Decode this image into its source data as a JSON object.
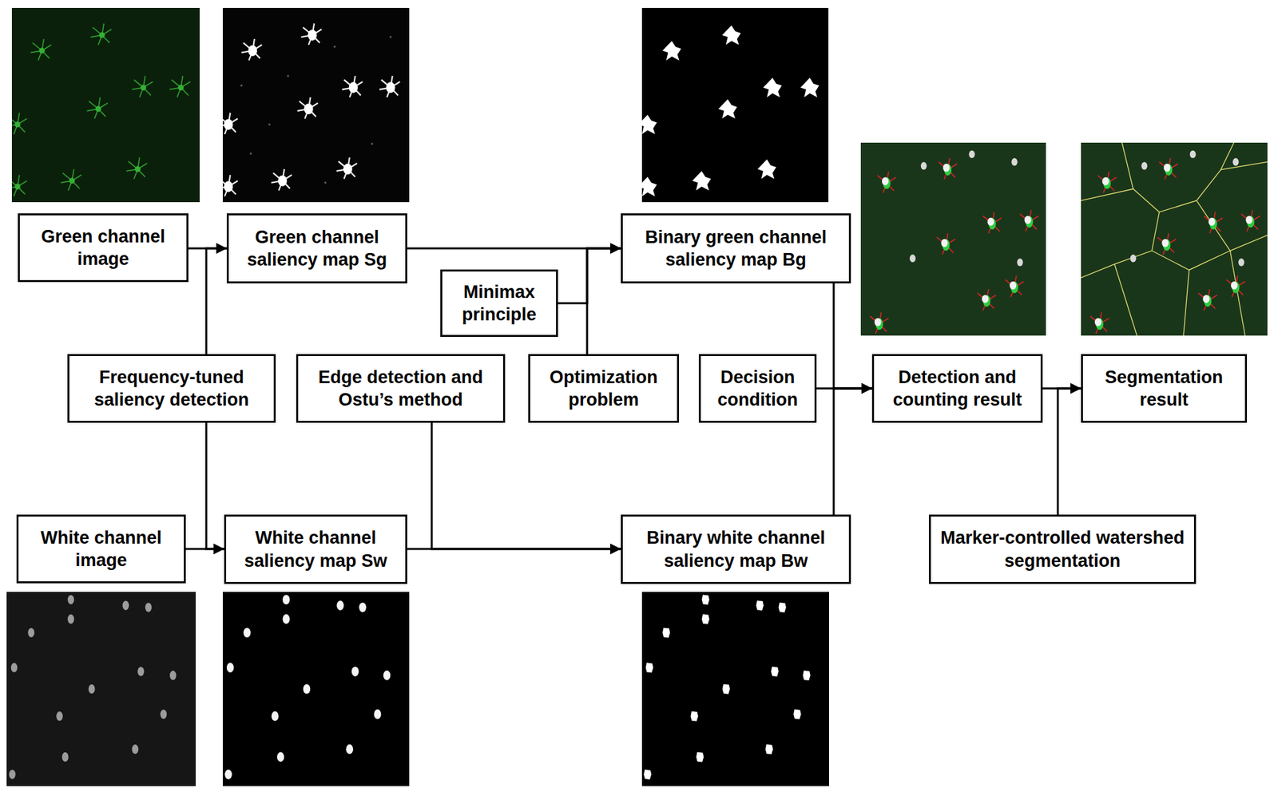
{
  "diagram": {
    "nodes": [
      {
        "text": [
          "Green channel image"
        ]
      },
      {
        "text": [
          "Green channel saliency map Sg"
        ]
      },
      {
        "text": [
          "Binary green channel saliency map Bg"
        ]
      },
      {
        "text": [
          "Minimax principle"
        ]
      },
      {
        "text": [
          "Frequency-tuned saliency detection"
        ]
      },
      {
        "text": [
          "Edge detection and Ostu’s method"
        ]
      },
      {
        "text": [
          "Optimization problem"
        ]
      },
      {
        "text": [
          "Decision condition"
        ]
      },
      {
        "text": [
          "Detection and counting result"
        ]
      },
      {
        "text": [
          "Segmentation result"
        ]
      },
      {
        "text": [
          "White channel image"
        ]
      },
      {
        "text": [
          "White channel saliency map Sw"
        ]
      },
      {
        "text": [
          "Binary white channel saliency map Bw"
        ]
      },
      {
        "text": [
          "Marker-controlled watershed segmentation"
        ]
      }
    ],
    "edges": [
      {
        "from": 0,
        "to": 1,
        "arrow": "to"
      },
      {
        "from": 4,
        "to": 1,
        "arrow": "to"
      },
      {
        "from": 1,
        "to": 2,
        "arrow": "to"
      },
      {
        "from": 6,
        "to": 2,
        "arrow": "to"
      },
      {
        "from": 3,
        "to": 2,
        "arrow": "to"
      },
      {
        "from": 10,
        "to": 11,
        "arrow": "to"
      },
      {
        "from": 4,
        "to": 11,
        "arrow": "to"
      },
      {
        "from": 11,
        "to": 12,
        "arrow": "to"
      },
      {
        "from": 5,
        "to": 12,
        "arrow": "to"
      },
      {
        "from": 2,
        "to": 8,
        "arrow": "to"
      },
      {
        "from": 7,
        "to": 8,
        "arrow": "to"
      },
      {
        "from": 12,
        "to": 8,
        "arrow": "to"
      },
      {
        "from": 8,
        "to": 9,
        "arrow": "to"
      },
      {
        "from": 13,
        "to": 9,
        "arrow": "to"
      }
    ]
  }
}
